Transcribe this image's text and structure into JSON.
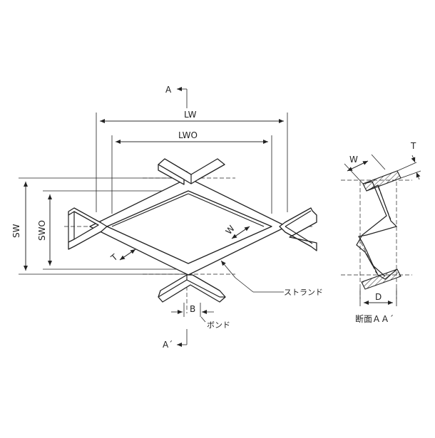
{
  "labels": {
    "lw": "LW",
    "lwo": "LWO",
    "sw": "SW",
    "swo": "SWO",
    "w": "W",
    "t": "T",
    "b": "B",
    "d": "D",
    "section_a_top": "A",
    "section_a_bottom": "A´",
    "strand": "ストランド",
    "bond": "ボンド",
    "section_title": "断面ＡＡ´",
    "section_w": "W",
    "section_t": "T"
  }
}
